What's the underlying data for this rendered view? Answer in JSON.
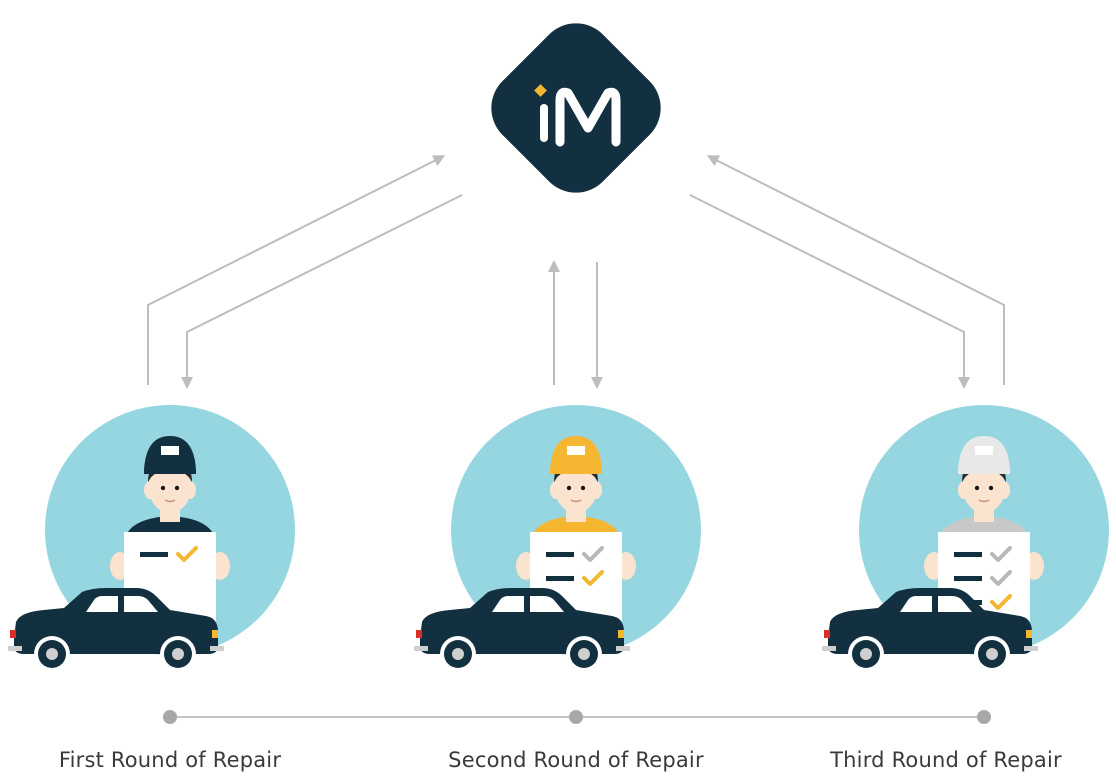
{
  "logo": {
    "letters": "iM",
    "bg_color": "#12303f",
    "dot_color": "#f5b731"
  },
  "rounds": [
    {
      "label": "First Round of Repair",
      "cap_color": "#12303f",
      "shirt_color": "#12303f",
      "checks": 1
    },
    {
      "label": "Second Round of Repair",
      "cap_color": "#f5b731",
      "shirt_color": "#f5b731",
      "checks": 2
    },
    {
      "label": "Third Round of Repair",
      "cap_color": "#e8e8e8",
      "shirt_color": "#c8c8c8",
      "checks": 3
    }
  ],
  "colors": {
    "circle": "#96d6e0",
    "arrow": "#bdbdbd",
    "timeline": "#c4c4c4",
    "timeline_dot": "#a8a8a8",
    "car": "#12303f",
    "check_done": "#f5b731",
    "check_prev": "#b8b8b8"
  }
}
